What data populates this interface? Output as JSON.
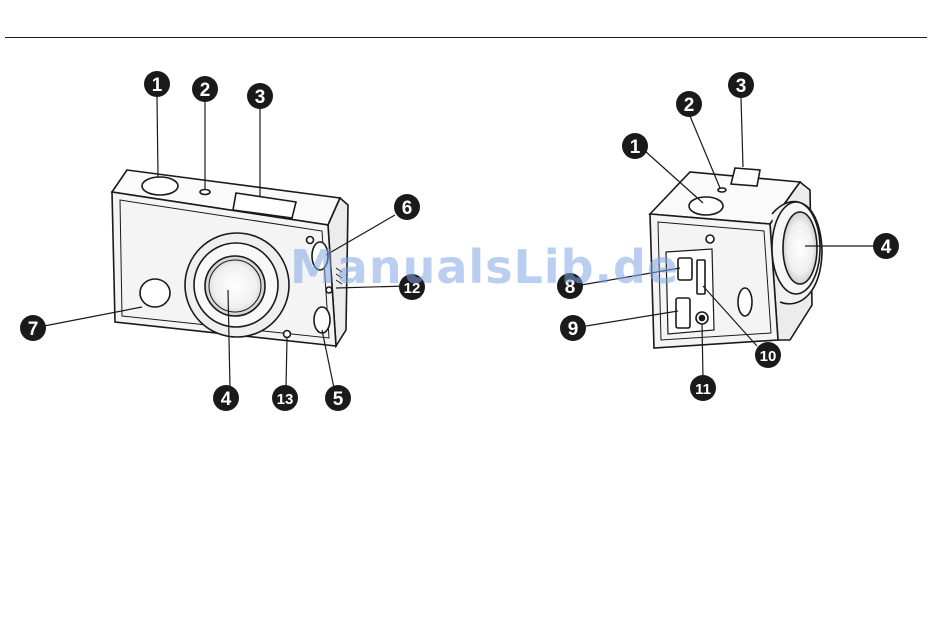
{
  "watermark": "ManualsLib.de",
  "front_callouts": [
    "1",
    "2",
    "3",
    "4",
    "5",
    "6",
    "7",
    "12",
    "13"
  ],
  "back_callouts": [
    "1",
    "2",
    "3",
    "4",
    "8",
    "9",
    "10",
    "11"
  ],
  "colors": {
    "ink": "#1a1a1a",
    "body_fill": "#f4f4f4",
    "watermark": "#82a5e1"
  }
}
